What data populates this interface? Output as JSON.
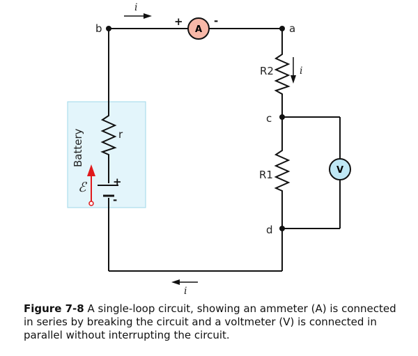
{
  "nodes": {
    "a": "a",
    "b": "b",
    "c": "c",
    "d": "d"
  },
  "current_symbol": "i",
  "emf_symbol": "ℰ",
  "plus": "+",
  "minus": "-",
  "resistors": {
    "r": "r",
    "R2": "R2",
    "R1": "R1"
  },
  "battery_label": "Battery",
  "ammeter_label": "A",
  "voltmeter_label": "V",
  "colors": {
    "wire": "#111111",
    "meter_fill": "#f7b8a8",
    "voltmeter_fill": "#bfe8f5",
    "battery_box_fill": "#e3f5fb",
    "battery_box_border": "#9fd8ea",
    "emf_arrow": "#e0191b"
  },
  "caption": {
    "label": "Figure 7-8",
    "text": " A single-loop circuit, showing an ammeter (A) is connected in series by breaking the circuit and a voltmeter (V) is connected in parallel without interrupting the circuit."
  }
}
